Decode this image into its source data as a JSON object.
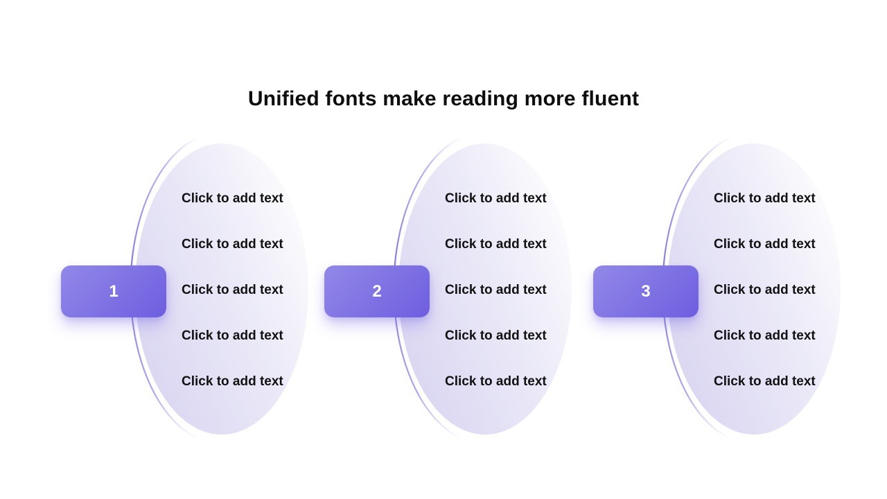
{
  "title": "Unified fonts make reading more fluent",
  "groups": [
    {
      "number": "1",
      "items": [
        "Click to add text",
        "Click to add text",
        "Click to add text",
        "Click to add text",
        "Click to add text"
      ]
    },
    {
      "number": "2",
      "items": [
        "Click to add text",
        "Click to add text",
        "Click to add text",
        "Click to add text",
        "Click to add text"
      ]
    },
    {
      "number": "3",
      "items": [
        "Click to add text",
        "Click to add text",
        "Click to add text",
        "Click to add text",
        "Click to add text"
      ]
    }
  ],
  "colors": {
    "title-color": "#0d0d0d",
    "item-text-color": "#111111",
    "badge-text-color": "#ffffff",
    "badge-gradient-start": "#9288e8",
    "badge-gradient-end": "#6e5edf",
    "arc-stroke": "#8478e2",
    "ellipse-gradient-start": "#d8d4f1",
    "ellipse-gradient-end": "#ffffff"
  }
}
